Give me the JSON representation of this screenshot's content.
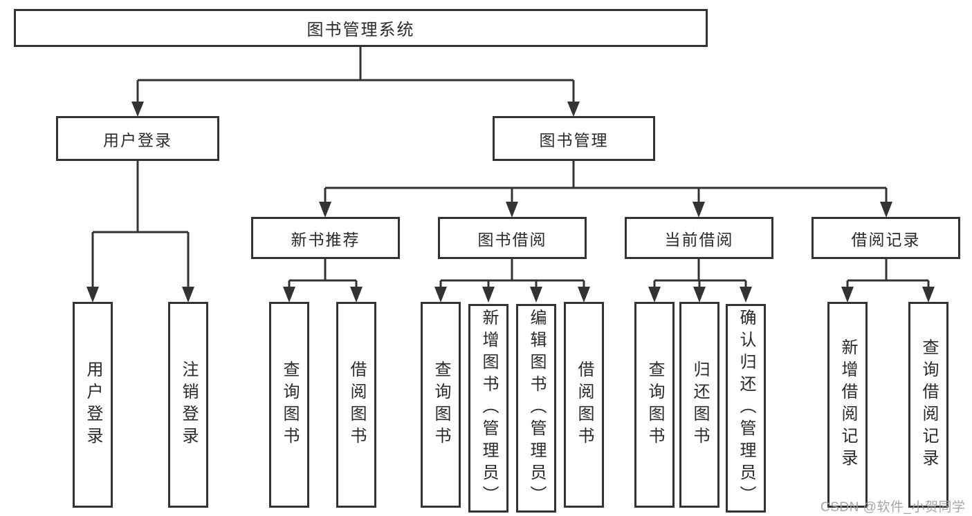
{
  "nodes": {
    "root": "图书管理系统",
    "user_login": "用户登录",
    "book_mgmt": "图书管理",
    "new_book_rec": "新书推荐",
    "book_borrow": "图书借阅",
    "current_borrow": "当前借阅",
    "borrow_record": "借阅记录",
    "ul_login": "用户登录",
    "ul_logout": "注销登录",
    "nbr_query": "查询图书",
    "nbr_borrow": "借阅图书",
    "bb_query": "查询图书",
    "bb_add": "新增图书（管理员）",
    "bb_edit": "编辑图书（管理员）",
    "bb_borrow": "借阅图书",
    "cb_query": "查询图书",
    "cb_return": "归还图书",
    "cb_confirm": "确认归还（管理员）",
    "br_add": "新增借阅记录",
    "br_query": "查询借阅记录"
  },
  "watermark": "CSDN @软件_小贺同学",
  "colors": {
    "line": "#333333",
    "text": "#2a2a2a",
    "background": "#ffffff",
    "watermark": "#9e9e9e"
  }
}
